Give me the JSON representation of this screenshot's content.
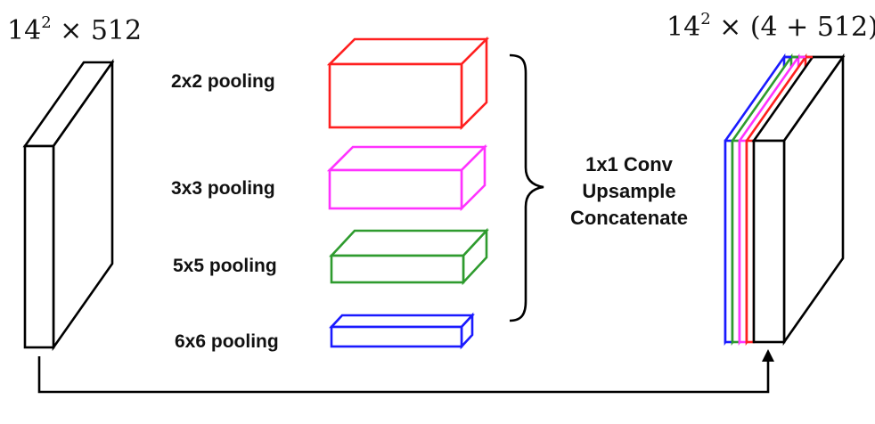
{
  "input": {
    "dim_base": "14",
    "dim_exp": "2",
    "dim_rest": " × 512"
  },
  "output": {
    "dim_base": "14",
    "dim_exp": "2",
    "dim_rest": " × (4 + 512)"
  },
  "pooling": [
    {
      "label": "2x2 pooling",
      "color": "#ff2020"
    },
    {
      "label": "3x3 pooling",
      "color": "#ff33ff"
    },
    {
      "label": "5x5 pooling",
      "color": "#2e9b2e"
    },
    {
      "label": "6x6 pooling",
      "color": "#1a1aff"
    }
  ],
  "operations": {
    "line1": "1x1 Conv",
    "line2": "Upsample",
    "line3": "Concatenate"
  }
}
